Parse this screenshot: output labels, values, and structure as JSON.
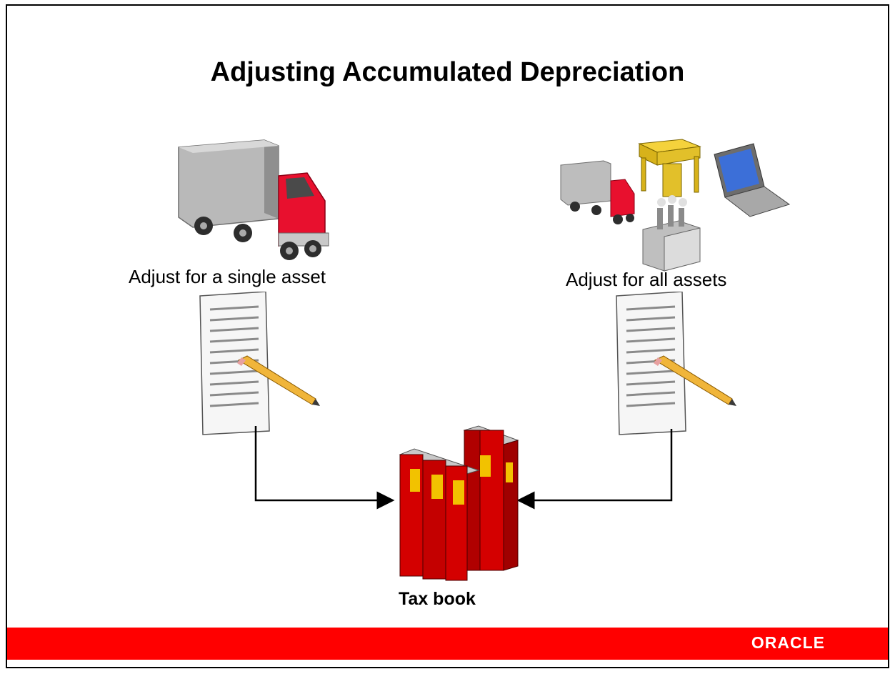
{
  "slide": {
    "title": "Adjusting Accumulated Depreciation",
    "single_label": "Adjust for a single asset",
    "all_label": "Adjust for all assets",
    "tax_label": "Tax book",
    "logo_text": "ORACLE"
  },
  "colors": {
    "brand_red": "#ff0000",
    "book_red": "#d40000",
    "book_yellow": "#f2c200",
    "truck_red": "#e8102e",
    "desk_yellow": "#f4d23c"
  },
  "icons": [
    "truck-icon",
    "assets-group-icon",
    "document-pencil-icon",
    "books-icon",
    "oracle-logo"
  ]
}
